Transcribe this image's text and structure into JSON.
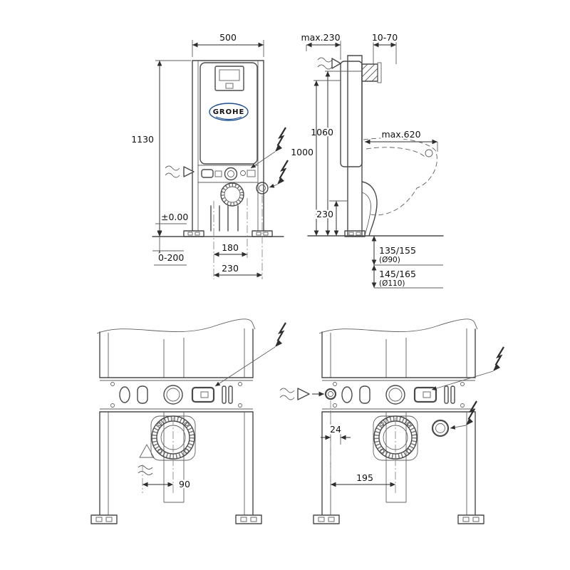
{
  "colors": {
    "brand_blue": "#1d4f91",
    "line": "#4a4a4a",
    "text": "#111111"
  },
  "brand": {
    "logo_text": "GROHE"
  },
  "front_view": {
    "width": "500",
    "height": "1130",
    "floor_level": "±0.00",
    "leg_adjust": "0-200",
    "flush_pipe_offset": "180",
    "outlet_offset": "230"
  },
  "side_view": {
    "frame_depth": "max.230",
    "wall_thickness": "10-70",
    "cistern_top_height": "1060",
    "supply_height": "1000",
    "outlet_height": "230",
    "bowl_depth": "max.620",
    "drain_90": {
      "height": "135/155",
      "diameter": "(Ø90)"
    },
    "drain_110": {
      "height": "145/165",
      "diameter": "(Ø110)"
    }
  },
  "detail_left": {
    "drain_offset": "90"
  },
  "detail_right": {
    "inlet_offset": "24",
    "drain_offset": "195"
  }
}
